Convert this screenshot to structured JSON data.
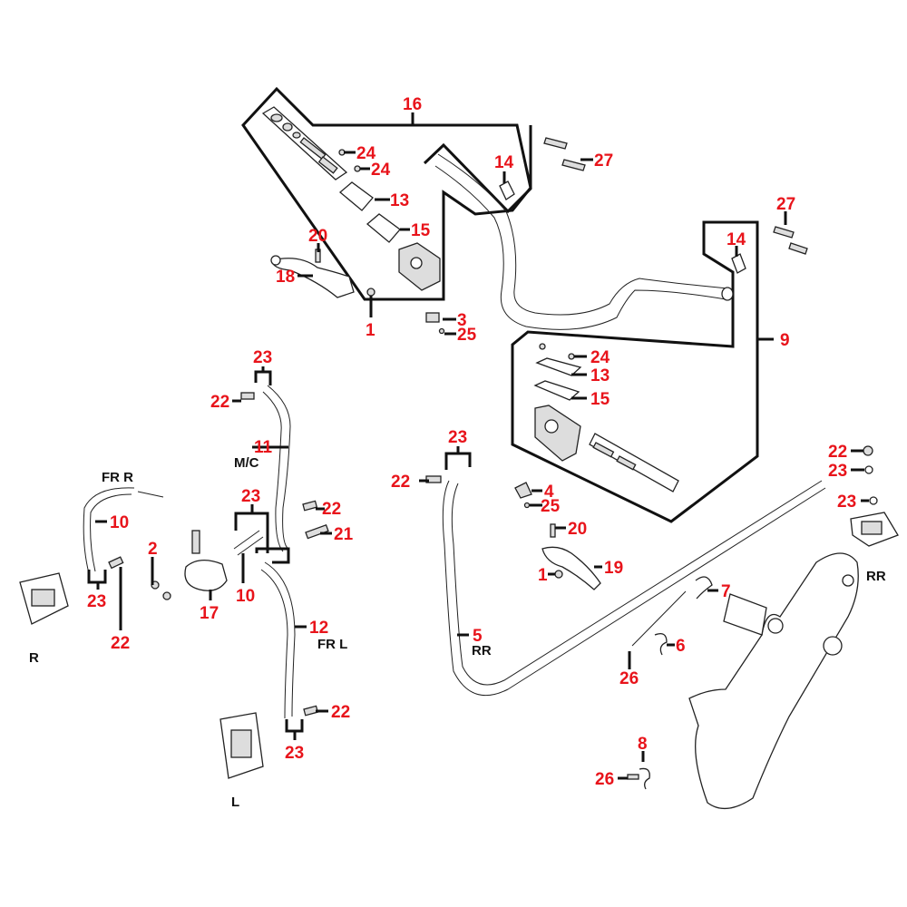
{
  "diagram": {
    "type": "exploded-parts-diagram",
    "subject": "Hydraulic brake system with handlebar, master cylinders, hoses and calipers",
    "callouts": {
      "c16": "16",
      "c24a": "24",
      "c24b": "24",
      "c13a": "13",
      "c15a": "15",
      "c14a": "14",
      "c27a": "27",
      "c20a": "20",
      "c18": "18",
      "c1a": "1",
      "c3": "3",
      "c25a": "25",
      "c27b": "27",
      "c14b": "14",
      "c9": "9",
      "c24c": "24",
      "c13b": "13",
      "c15b": "15",
      "c23a": "23",
      "c22a": "22",
      "c11": "11",
      "c23b": "23",
      "c22b": "22",
      "c21": "21",
      "c10a": "10",
      "c23c": "23",
      "c22c": "22",
      "c2": "2",
      "c10b": "10",
      "c17": "17",
      "c12": "12",
      "c22d": "22",
      "c23d": "23",
      "c23e": "23",
      "c22e": "22",
      "c5": "5",
      "c4": "4",
      "c25b": "25",
      "c20b": "20",
      "c19": "19",
      "c1b": "1",
      "c22f": "22",
      "c23f": "23",
      "c23g": "23",
      "c7": "7",
      "c6": "6",
      "c26a": "26",
      "c8": "8",
      "c26b": "26"
    },
    "position_labels": {
      "fr_r": "FR R",
      "mc": "M/C",
      "fr_l": "FR L",
      "rr_hose": "RR",
      "rr_caliper": "RR",
      "r": "R",
      "l": "L"
    },
    "colors": {
      "callout": "#e8141b",
      "line": "#111111"
    }
  }
}
